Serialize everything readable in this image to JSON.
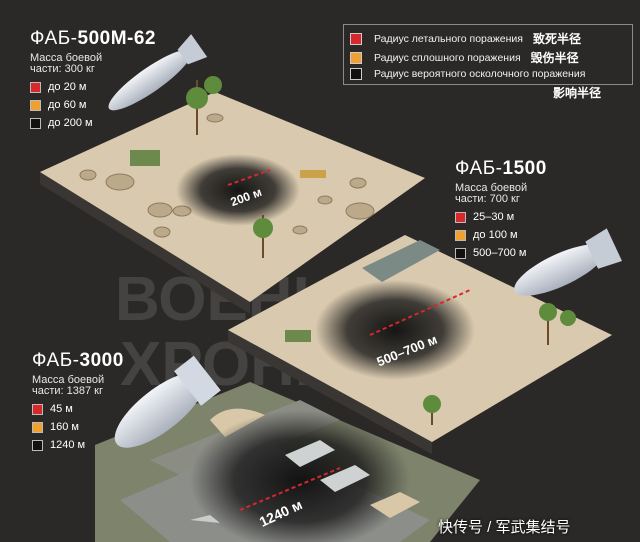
{
  "legend": {
    "items": [
      {
        "label": "Радиус летального поражения",
        "cn": "致死半径",
        "color": "#d7282b"
      },
      {
        "label": "Радиус сплошного поражения",
        "cn": "毁伤半径",
        "color": "#f0a030"
      },
      {
        "label": "Радиус вероятного осколочного поражения",
        "cn": "影响半径",
        "color": "#111111"
      }
    ]
  },
  "bombs": [
    {
      "prefix": "ФАБ-",
      "model": "500М-62",
      "mass_label": "Масса боевой",
      "mass_value": "части: 300 кг",
      "radii": [
        "до 20 м",
        "до 60 м",
        "до 200 м"
      ],
      "map_distance": "200 м"
    },
    {
      "prefix": "ФАБ-",
      "model": "1500",
      "mass_label": "Масса боевой",
      "mass_value": "части: 700 кг",
      "radii": [
        "25–30 м",
        "до 100 м",
        "500–700 м"
      ],
      "map_distance": "500–700 м"
    },
    {
      "prefix": "ФАБ-",
      "model": "3000",
      "mass_label": "Масса боевой",
      "mass_value": "части: 1387 кг",
      "radii": [
        "45 м",
        "160 м",
        "1240 м"
      ],
      "map_distance": "1240 м"
    }
  ],
  "colors": {
    "lethal": "#d7282b",
    "solid": "#f0a030",
    "fragment": "#111111"
  },
  "watermark_logo": "ВОЕННАЯ ХРОНИКА",
  "source_caption": "快传号 / 军武集结号"
}
